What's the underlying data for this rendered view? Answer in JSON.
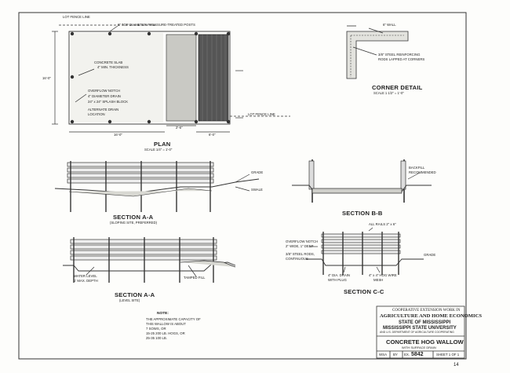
{
  "plan": {
    "title": "PLAN",
    "scale": "SCALE 1/4\" = 1'-0\"",
    "labels": {
      "lot_fence_top": "LOT FENCE LINE",
      "posts": "6\" TOP DIAMETER PRESSURE-TREATED POSTS",
      "slab": "CONCRETE SLAB",
      "slab2": "4\" MIN. THICKNESS",
      "overflow": "OVERFLOW NOTCH",
      "drain": "4\" DIAMETER DRAIN",
      "splash": "24\" x 24\" SPLASH BLOCK",
      "alt_drain": "ALTERNATE DRAIN",
      "alt_drain2": "LOCATION",
      "lot_fence_right": "LOT FENCE LINE"
    },
    "dims": {
      "width": "16'-0\"",
      "depth": "16'-0\"",
      "bay": "2'-6\"",
      "gap": "6'-0\""
    }
  },
  "corner_detail": {
    "title": "CORNER DETAIL",
    "scale": "SCALE 1 1/2\" = 1'-0\"",
    "wall": "6\" WALL",
    "rods": "3/8\" STEEL REINFORCING",
    "rods2": "RODS LAPPED AT CORNERS"
  },
  "section_aa_sloping": {
    "title": "SECTION A-A",
    "subtitle": "(SLOPING SITE, PREFERRED)",
    "grade": "GRADE",
    "swale": "SWALE"
  },
  "section_bb": {
    "title": "SECTION B-B",
    "backfill": "BACKFILL",
    "backfill2": "RECOMMENDED"
  },
  "section_aa_level": {
    "title": "SECTION A-A",
    "subtitle": "(LEVEL SITE)",
    "water": "WATER LEVEL",
    "water2": "1' MAX. DEPTH",
    "tamped": "TAMPED FILL"
  },
  "section_cc": {
    "title": "SECTION C-C",
    "rails": "ALL RAILS 2\" x 6\"",
    "overflow": "OVERFLOW NOTCH",
    "overflow2": "2\" WIDE, 1\" DEEP",
    "steel": "3/8\" STEEL RODS,",
    "steel2": "CONTINUOUS",
    "drain": "4\" DIA. DRAIN",
    "drain2": "WITH PLUG",
    "mesh": "4\" x 4\" HOG WIRE",
    "mesh2": "MESH",
    "grade": "GRADE"
  },
  "note": {
    "heading": "NOTE:",
    "lines": [
      "THE APPROXIMATE CAPACITY OF",
      "THIS WALLOW IS ABOUT",
      "7 SOWS, OR",
      "15-25 200 LB. HOGS, OR",
      "25-35 100 LB."
    ]
  },
  "title_block": {
    "line1": "COOPERATIVE EXTENSION WORK IN",
    "line2": "AGRICULTURE AND HOME ECONOMICS",
    "line3": "STATE OF MISSISSIPPI",
    "line4": "MISSISSIPPI STATE UNIVERSITY",
    "line5": "AND U.S. DEPARTMENT OF AGRICULTURE COOPERATING",
    "drawing_title": "CONCRETE HOG WALLOW",
    "drawing_sub": "WITH SURFACE DRAIN",
    "code": "WSA",
    "by": "BY",
    "number_label": "EX.",
    "number": "5842",
    "sheet": "SHEET 1 OF 1"
  },
  "corner_mark": "14"
}
